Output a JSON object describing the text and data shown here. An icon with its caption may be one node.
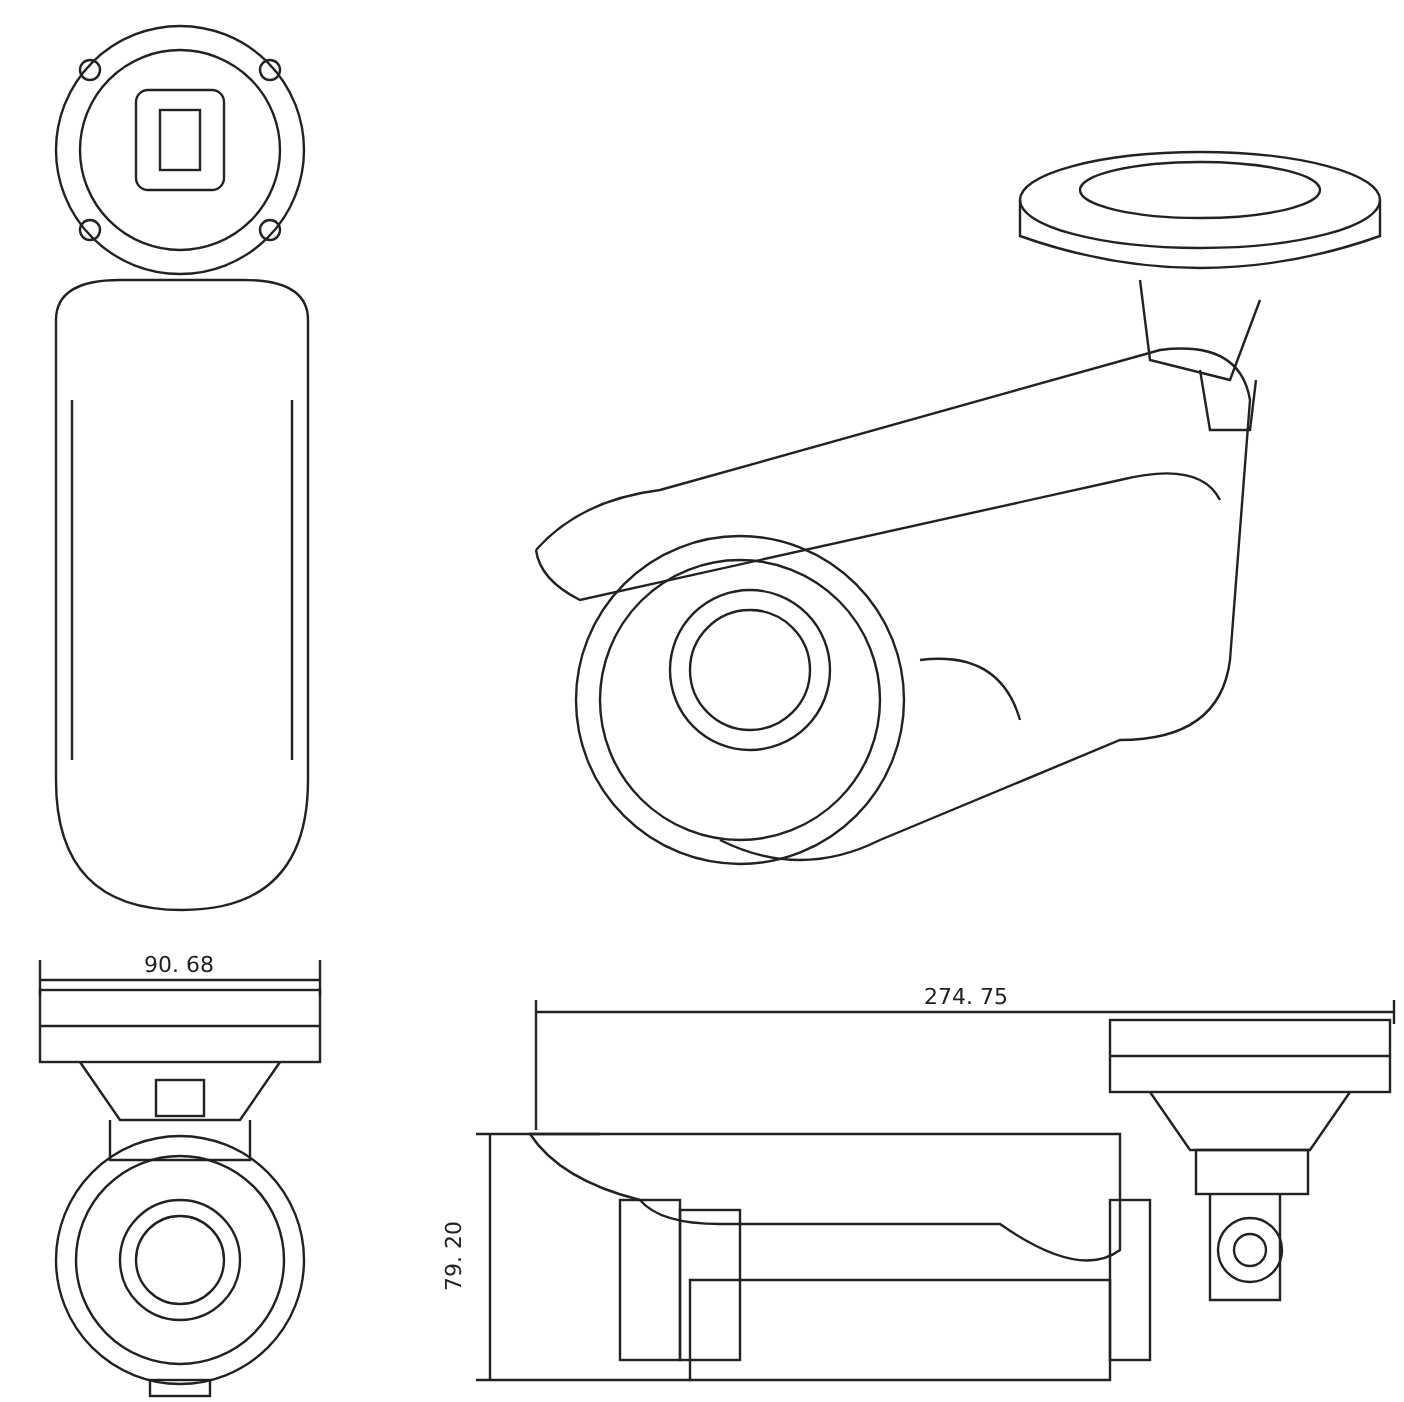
{
  "diagram": {
    "labels": [
      "90. 68",
      "274. 75",
      "79. 20"
    ]
  }
}
